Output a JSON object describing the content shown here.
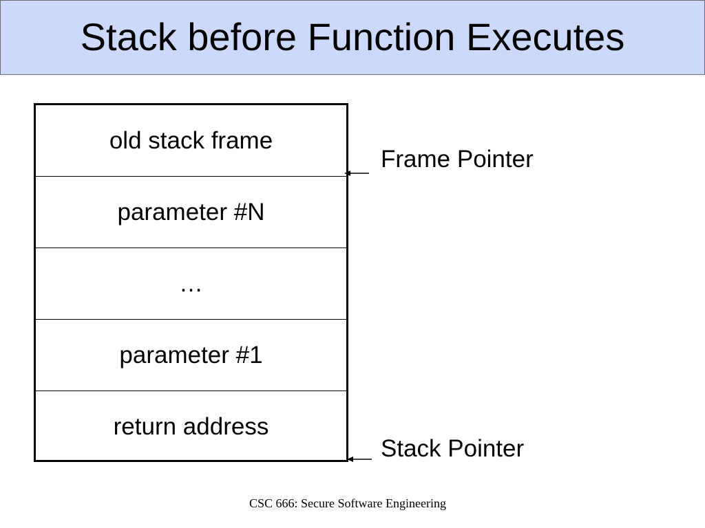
{
  "slide": {
    "title": "Stack before Function Executes",
    "footer": "CSC 666: Secure Software Engineering"
  },
  "stack": {
    "rows": [
      {
        "label": "old stack frame"
      },
      {
        "label": "parameter #N"
      },
      {
        "label": "…"
      },
      {
        "label": "parameter #1"
      },
      {
        "label": "return address"
      }
    ]
  },
  "pointers": {
    "frame_pointer": "Frame Pointer",
    "stack_pointer": "Stack Pointer"
  },
  "colors": {
    "title_background": "#ccd9fb",
    "title_border": "#6b6b6b",
    "lines": "#000000"
  }
}
